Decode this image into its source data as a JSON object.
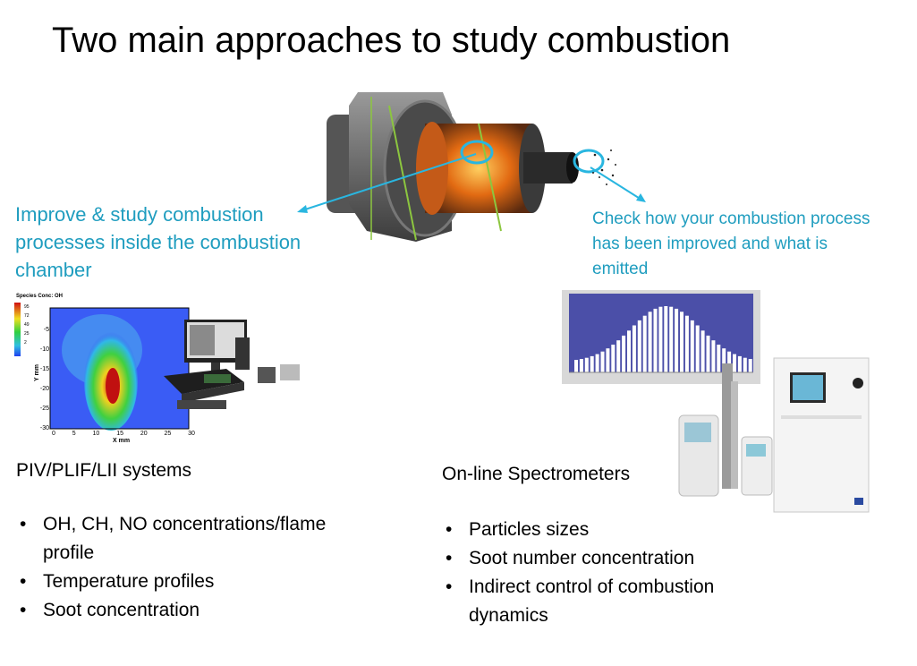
{
  "slide": {
    "title": "Two main approaches to study combustion",
    "left_note": "Improve & study combustion processes inside the combustion chamber",
    "right_note": "Check how your combustion process has been improved and what is emitted",
    "left_section": {
      "heading": "PIV/PLIF/LII systems",
      "bullets": [
        "OH, CH, NO concentrations/flame profile",
        "Temperature profiles",
        "Soot concentration"
      ]
    },
    "right_section": {
      "heading": "On-line Spectrometers",
      "bullets": [
        "Particles sizes",
        "Soot number concentration",
        "Indirect control of combustion dynamics"
      ]
    },
    "heatmap": {
      "title": "Species Conc: OH",
      "x_label": "X mm",
      "y_label": "Y mm",
      "x_ticks": [
        "0",
        "5",
        "10",
        "15",
        "20",
        "25",
        "30"
      ],
      "y_ticks": [
        "-5",
        "-10",
        "-15",
        "-20",
        "-25",
        "-30"
      ],
      "colorbar_ticks": [
        "95",
        "72",
        "49",
        "25",
        "2"
      ]
    }
  },
  "colors": {
    "accent": "#1f9dbf",
    "histogram_bg": "#4b4fa8"
  },
  "icons": {
    "chamber": "combustion-chamber-image",
    "laser": "laser-system-image",
    "instruments": "spectrometer-instruments-image"
  }
}
